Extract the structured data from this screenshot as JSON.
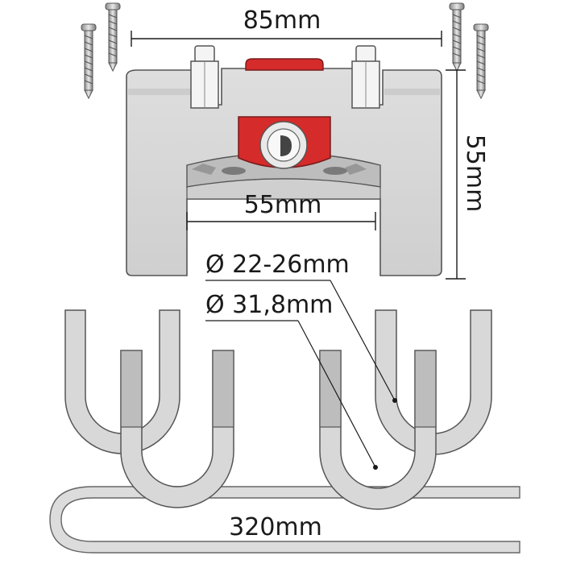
{
  "dimensions": {
    "width_top": "85mm",
    "height_right": "55mm",
    "width_inner": "55mm",
    "clamp_diameter_small": "Ø 22-26mm",
    "clamp_diameter_large": "Ø 31,8mm",
    "cable_length": "320mm"
  },
  "colors": {
    "adapter_body": "#d6d6d6",
    "adapter_face": "#c9c9c9",
    "outline": "#555555",
    "lock_red": "#d52b2b",
    "clamp_light": "#d8d8d8",
    "clamp_dark": "#bdbdbd",
    "text": "#1a1a1a"
  },
  "icons": [
    "screw-icon",
    "lock-icon",
    "clamp-icon",
    "cable-icon"
  ]
}
